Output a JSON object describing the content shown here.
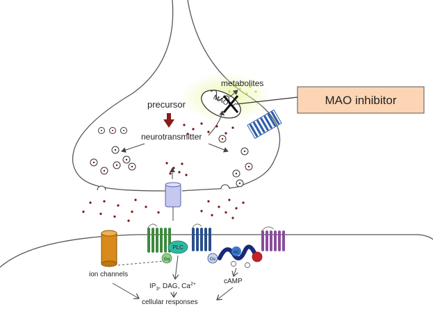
{
  "labels": {
    "metabolites": "metabolites",
    "precursor": "precursor",
    "neurotransmitter": "neurotransmitter",
    "mao": "MAO",
    "mao_inhibitor": "MAO inhibitor",
    "ion_channels": "ion channels",
    "second_messengers_main": "IP",
    "second_messengers_sub": "3",
    "second_messengers_rest": ", DAG, Ca",
    "second_messengers_sup": "2+",
    "camp": "cAMP",
    "cellular_responses": "cellular responses",
    "plc": "PLC",
    "gq": "Gq",
    "gs": "Gs",
    "ac": "AC"
  },
  "colors": {
    "callout_fill": "#fcd5b4",
    "callout_border": "#555555",
    "precursor_arrow": "#8b1a1a",
    "transporter_blue": "#2f5fa8",
    "receptor_green": "#3c8a3c",
    "receptor_navy": "#2b4f8c",
    "receptor_purple": "#8a4c9c",
    "ion_channel_orange": "#d88a1a",
    "plc_teal": "#2fb8a0",
    "camp_chain": "#1a2a7a",
    "gprotein_red": "#c8202a",
    "autoreceptor_lavender": "#8a90d8"
  }
}
